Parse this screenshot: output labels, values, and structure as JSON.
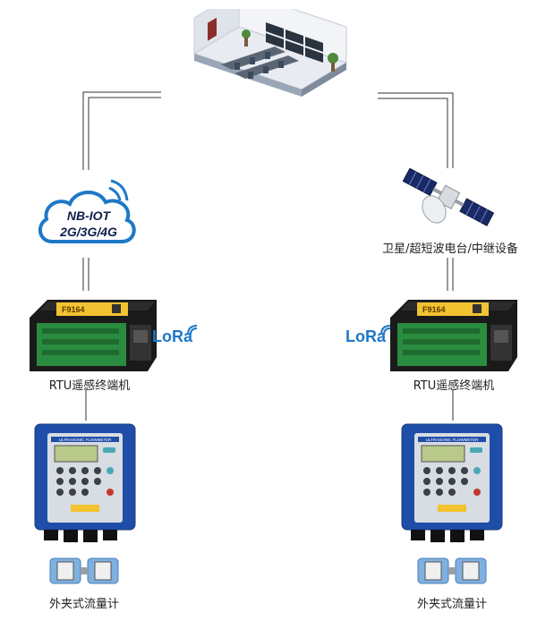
{
  "cloud": {
    "line1": "NB-IOT",
    "line2": "2G/3G/4G"
  },
  "satellite_label": "卫星/超短波电台/中继设备",
  "rtu_label": "RTU遥感终端机",
  "rtu_chip_text": "F9164",
  "lora_text": "LoRa",
  "meter_label": "外夹式流量计",
  "meter_screen_header": "ULTRASONIC FLOWMETER",
  "colors": {
    "cloud": "#1e78c8",
    "rtu_chip": "#f2c230",
    "meter_blue": "#1f4ea8",
    "lora": "#1e78c8"
  }
}
